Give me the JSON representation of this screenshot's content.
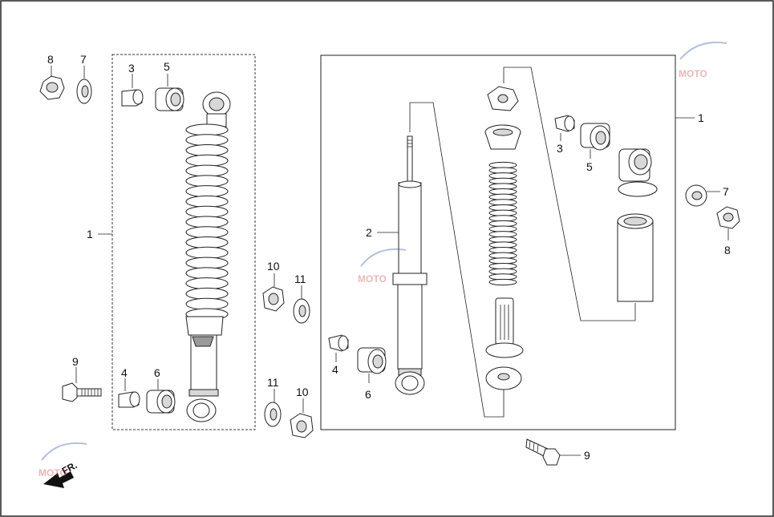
{
  "diagram": {
    "direction_label": "FR.",
    "callouts": {
      "left_assembly": "1",
      "right_assembly": "1",
      "damper": "2",
      "collar_upper_left": "3",
      "collar_upper_right": "3",
      "collar_lower_left": "4",
      "collar_lower_right": "4",
      "bush_upper_left": "5",
      "bush_upper_right": "5",
      "bush_lower_left": "6",
      "bush_lower_right": "6",
      "washer_left": "7",
      "washer_right": "7",
      "nut_left": "8",
      "nut_right": "8",
      "bolt_left": "9",
      "bolt_right": "9",
      "nut_center_upper": "10",
      "nut_center_lower": "10",
      "washer_center_upper": "11",
      "washer_center_lower": "11"
    },
    "watermark": {
      "brand_letters": "MOTO",
      "colors": [
        "#c8303a",
        "#2a4f9c",
        "#888888"
      ]
    }
  }
}
